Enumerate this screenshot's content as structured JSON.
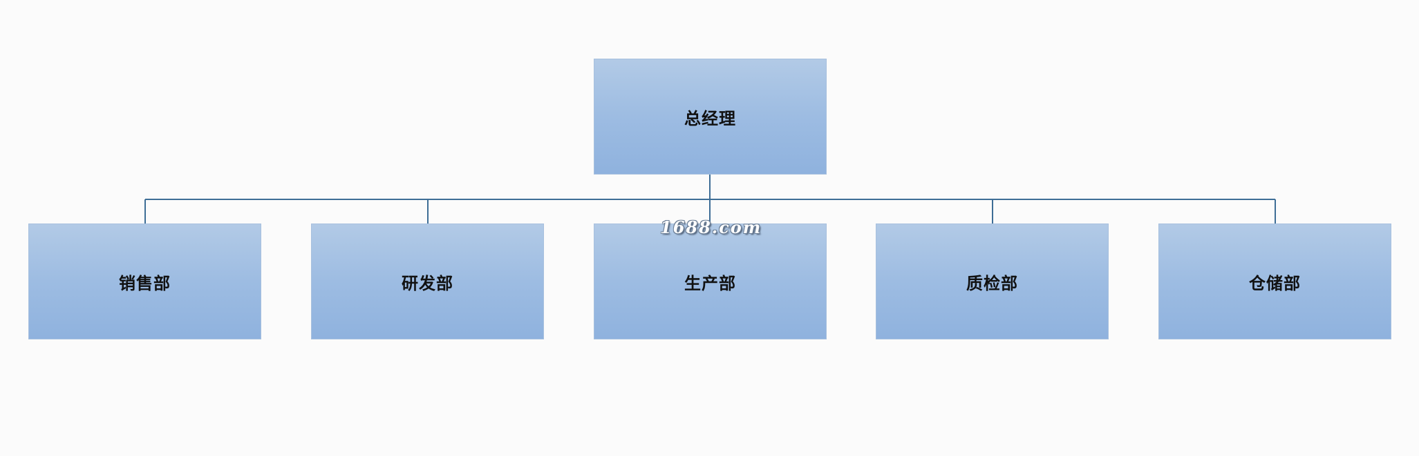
{
  "org_chart": {
    "root": {
      "label": "总经理"
    },
    "departments": [
      {
        "label": "销售部"
      },
      {
        "label": "研发部"
      },
      {
        "label": "生产部"
      },
      {
        "label": "质检部"
      },
      {
        "label": "仓储部"
      }
    ]
  },
  "watermark": "1688.com",
  "colors": {
    "box_top": "#b2cae6",
    "box_bottom": "#8fb2de",
    "connector": "#3d6d96",
    "background": "#fbfbfb"
  }
}
